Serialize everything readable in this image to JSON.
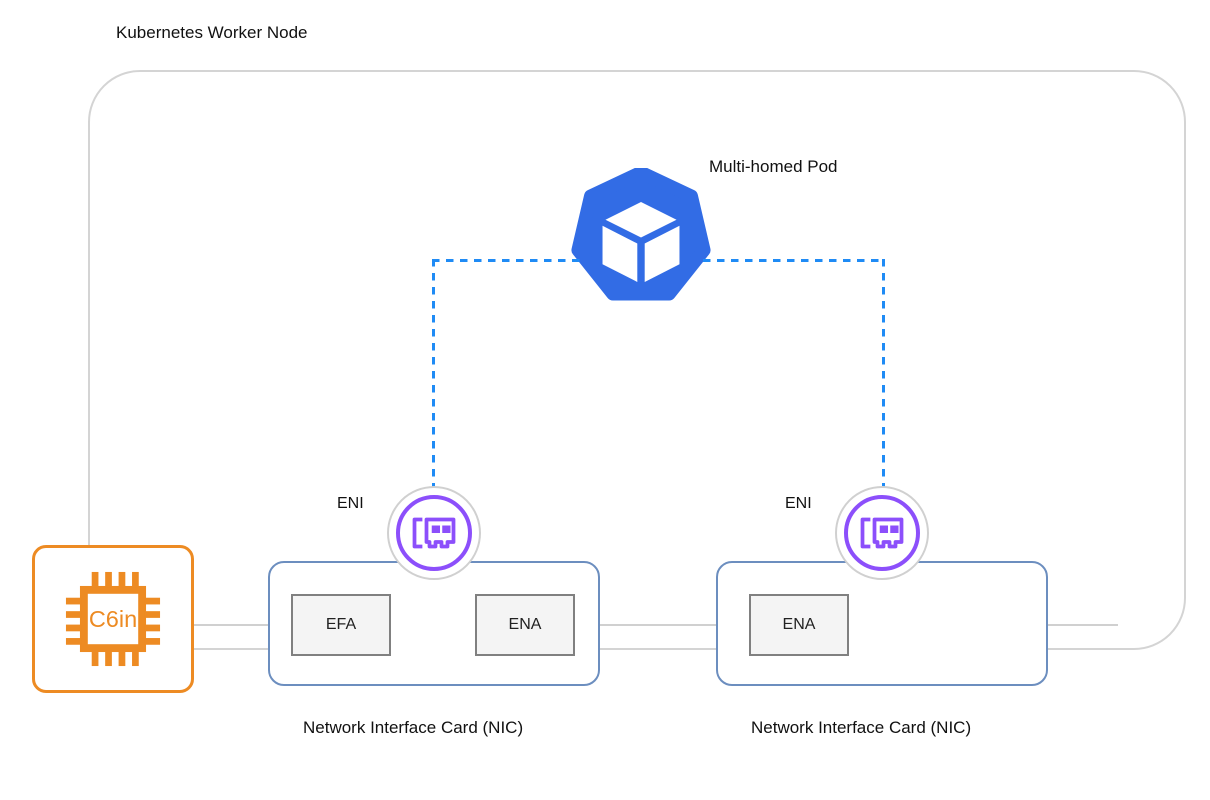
{
  "diagram": {
    "worker_node": {
      "title": "Kubernetes Worker Node"
    },
    "pod": {
      "label": "Multi-homed Pod",
      "icon": "kubernetes-pod-icon",
      "color": "#326ce5"
    },
    "instance": {
      "label": "C6in",
      "icon": "cpu-chip-icon",
      "color": "#ed8b23"
    },
    "enis": [
      {
        "label": "ENI",
        "icon": "network-interface-card-icon",
        "color": "#8c4ffb"
      },
      {
        "label": "ENI",
        "icon": "network-interface-card-icon",
        "color": "#8c4ffb"
      }
    ],
    "nics": [
      {
        "caption": "Network Interface Card (NIC)",
        "adapters": [
          "EFA",
          "ENA"
        ],
        "color": "#6c8ebf"
      },
      {
        "caption": "Network Interface Card (NIC)",
        "adapters": [
          "ENA"
        ],
        "color": "#6c8ebf"
      }
    ],
    "links": {
      "pod_to_eni_style": "dashed",
      "pod_to_eni_color": "#1f8bf5",
      "instance_to_nic_style": "solid",
      "instance_to_nic_color": "#d0d0d0"
    }
  }
}
